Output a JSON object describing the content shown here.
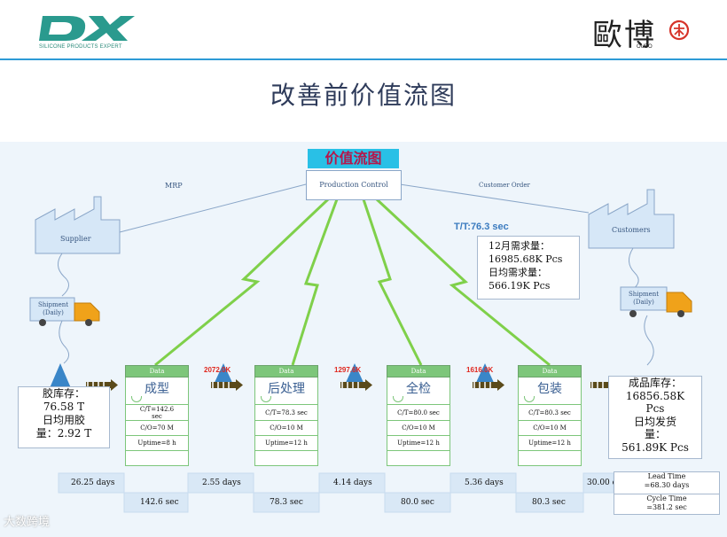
{
  "header": {
    "logo_left_text": "DX",
    "logo_left_sub": "SILICONE PRODUCTS EXPERT",
    "logo_right_text": "歐博",
    "logo_right_sub": "OUBO",
    "page_title": "改善前价值流图"
  },
  "vsm": {
    "title": "价值流图",
    "control": "Production Control",
    "mrp_label": "MRP",
    "customer_order_label": "Customer Order",
    "supplier": "Supplier",
    "customers": "Customers",
    "shipment_left": "Shipment\n(Daily)",
    "shipment_right": "Shipment\n(Daily)",
    "takt": "T/T:76.3 sec",
    "demand_lines": [
      "12月需求量：",
      "16985.68K Pcs",
      "日均需求量：",
      "566.19K Pcs"
    ]
  },
  "raw_stock": {
    "lines": [
      "胶库存：",
      "76.58 T",
      "日均用胶",
      "量：2.92 T"
    ]
  },
  "fg_stock": {
    "lines": [
      "成品库存：",
      "16856.58K",
      "Pcs",
      "日均发货",
      "量：",
      "561.89K Pcs"
    ]
  },
  "processes": [
    {
      "head": "Data",
      "name": "成型",
      "ct": "C/T=142.6\nsec",
      "co": "C/O=70 M",
      "uptime": "Uptime=8 h"
    },
    {
      "head": "Data",
      "name": "后处理",
      "ct": "C/T=78.3 sec",
      "co": "C/O=10 M",
      "uptime": "Uptime=12 h"
    },
    {
      "head": "Data",
      "name": "全检",
      "ct": "C/T=80.0 sec",
      "co": "C/O=10 M",
      "uptime": "Uptime=12 h"
    },
    {
      "head": "Data",
      "name": "包装",
      "ct": "C/T=80.3 sec",
      "co": "C/O=10 M",
      "uptime": "Uptime=12 h"
    }
  ],
  "inventories": [
    "2072.0K",
    "1297.6K",
    "1616.0K"
  ],
  "timeline": {
    "days": [
      "26.25 days",
      "2.55 days",
      "4.14 days",
      "5.36 days",
      "30.00 days"
    ],
    "secs": [
      "142.6 sec",
      "78.3 sec",
      "80.0 sec",
      "80.3 sec"
    ],
    "lead_time": "Lead Time\n=68.30  days",
    "cycle_time": "Cycle  Time\n=381.2  sec"
  },
  "watermark": "大数跨境",
  "colors": {
    "accent_blue": "#2d9bd6",
    "process_green": "#7dc67a",
    "push_arrow": "#7fd04a",
    "inventory_red": "#e0281f",
    "truck_orange": "#f0a21a"
  }
}
